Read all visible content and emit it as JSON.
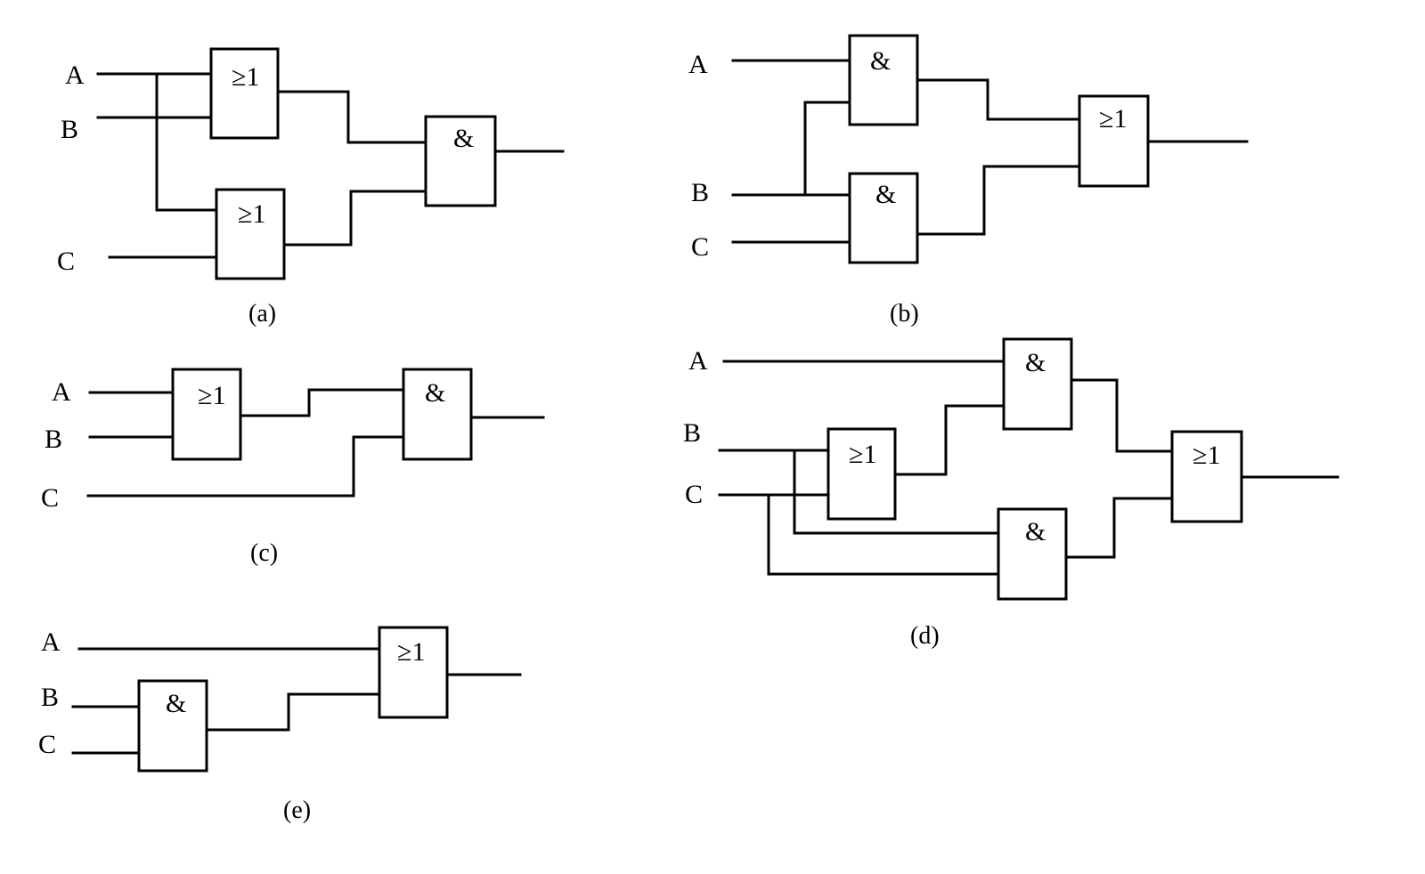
{
  "symbols": {
    "or": "≥1",
    "and": "&"
  },
  "circuits": {
    "a": {
      "caption": "(a)",
      "inputs": [
        "A",
        "B",
        "C"
      ]
    },
    "b": {
      "caption": "(b)",
      "inputs": [
        "A",
        "B",
        "C"
      ]
    },
    "c": {
      "caption": "(c)",
      "inputs": [
        "A",
        "B",
        "C"
      ]
    },
    "d": {
      "caption": "(d)",
      "inputs": [
        "A",
        "B",
        "C"
      ]
    },
    "e": {
      "caption": "(e)",
      "inputs": [
        "A",
        "B",
        "C"
      ]
    }
  }
}
